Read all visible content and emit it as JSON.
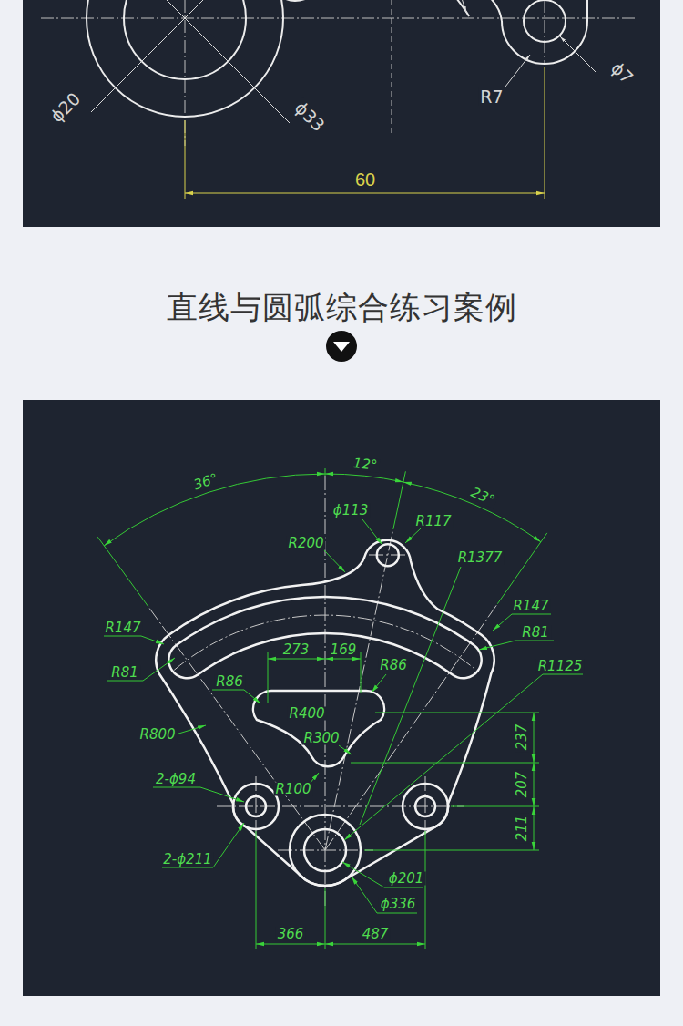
{
  "diagram": {
    "title": "直线与圆弧综合练习案例",
    "labels": [
      "ϕ20",
      "ϕ33",
      "60",
      "R7",
      "ϕ7",
      "36°",
      "12°",
      "23°",
      "ϕ113",
      "R117",
      "R200",
      "R1377",
      "R147",
      "R81",
      "R147",
      "R81",
      "273",
      "169",
      "R86",
      "R86",
      "R1125",
      "R400",
      "R300",
      "R800",
      "237",
      "207",
      "211",
      "2-ϕ94",
      "R100",
      "2-ϕ211",
      "ϕ201",
      "ϕ336",
      "366",
      "487"
    ]
  }
}
